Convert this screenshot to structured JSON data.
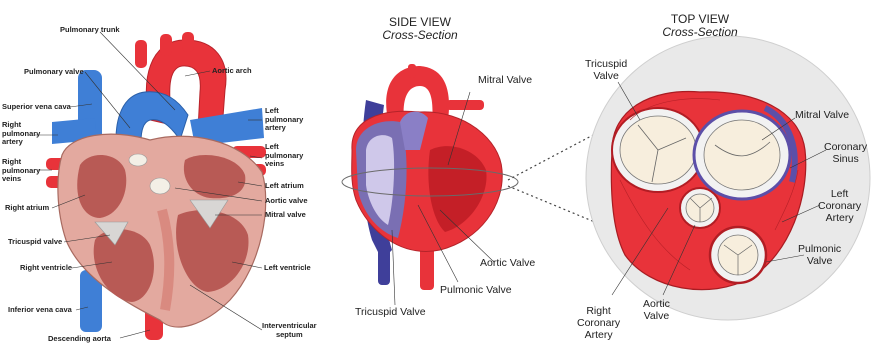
{
  "panel_left": {
    "labels": {
      "pulmonary_trunk": "Pulmonary trunk",
      "aortic_arch": "Aortic arch",
      "pulmonary_valve": "Pulmonary valve",
      "superior_vena_cava": "Superior vena cava",
      "right_pulmonary_artery": "Right\npulmonary\nartery",
      "right_pulmonary_veins": "Right\npulmonary\nveins",
      "left_pulmonary_artery": "Left\npulmonary\nartery",
      "left_pulmonary_veins": "Left\npulmonary\nveins",
      "left_atrium": "Left atrium",
      "aortic_valve": "Aortic valve",
      "mitral_valve": "Mitral valve",
      "right_atrium": "Right atrium",
      "tricuspid_valve": "Tricuspid valve",
      "right_ventricle": "Right ventricle",
      "left_ventricle": "Left ventricle",
      "inferior_vena_cava": "Inferior vena cava",
      "interventricular_septum": "Interventricular\nseptum",
      "descending_aorta": "Descending aorta"
    }
  },
  "panel_middle": {
    "title": "SIDE VIEW",
    "subtitle": "Cross-Section",
    "labels": {
      "mitral_valve": "Mitral Valve",
      "aortic_valve": "Aortic Valve",
      "pulmonic_valve": "Pulmonic Valve",
      "tricuspid_valve": "Tricuspid Valve"
    }
  },
  "panel_right": {
    "title": "TOP VIEW",
    "subtitle": "Cross-Section",
    "labels": {
      "tricuspid_valve": "Tricuspid\nValve",
      "mitral_valve": "Mitral Valve",
      "coronary_sinus": "Coronary\nSinus",
      "left_coronary_artery": "Left\nCoronary\nArtery",
      "pulmonic_valve": "Pulmonic\nValve",
      "aortic_valve": "Aortic\nValve",
      "right_coronary_artery": "Right\nCoronary\nArtery"
    }
  },
  "colors": {
    "artery_red": "#e8333a",
    "vein_blue": "#3f7fd6",
    "muscle_pink": "#e3a99f",
    "chamber_dark": "#b85a55",
    "valve_cream": "#f7eedd",
    "side_purple": "#7a6fb3"
  }
}
